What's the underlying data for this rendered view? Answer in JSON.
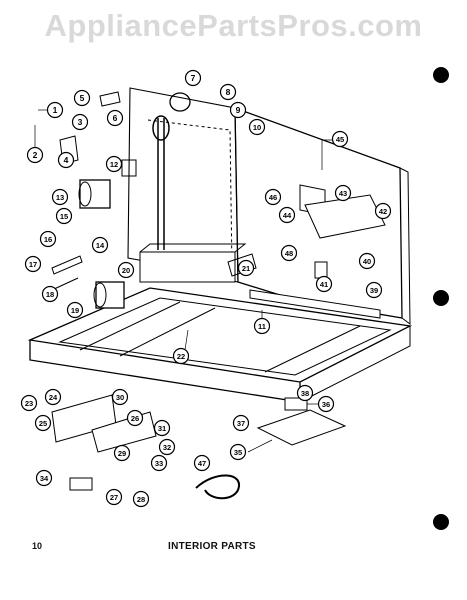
{
  "watermark": "AppliancePartsPros.com",
  "page_number": "10",
  "title": "INTERIOR PARTS",
  "callouts": [
    {
      "num": "1"
    },
    {
      "num": "2"
    },
    {
      "num": "3"
    },
    {
      "num": "4"
    },
    {
      "num": "5"
    },
    {
      "num": "6"
    },
    {
      "num": "7"
    },
    {
      "num": "8"
    },
    {
      "num": "9"
    },
    {
      "num": "10"
    },
    {
      "num": "11"
    },
    {
      "num": "12"
    },
    {
      "num": "13"
    },
    {
      "num": "14"
    },
    {
      "num": "15"
    },
    {
      "num": "16"
    },
    {
      "num": "17"
    },
    {
      "num": "18"
    },
    {
      "num": "19"
    },
    {
      "num": "20"
    },
    {
      "num": "21"
    },
    {
      "num": "22"
    },
    {
      "num": "23"
    },
    {
      "num": "24"
    },
    {
      "num": "25"
    },
    {
      "num": "26"
    },
    {
      "num": "27"
    },
    {
      "num": "28"
    },
    {
      "num": "29"
    },
    {
      "num": "30"
    },
    {
      "num": "31"
    },
    {
      "num": "32"
    },
    {
      "num": "33"
    },
    {
      "num": "34"
    },
    {
      "num": "35"
    },
    {
      "num": "36"
    },
    {
      "num": "37"
    },
    {
      "num": "38"
    },
    {
      "num": "39"
    },
    {
      "num": "40"
    },
    {
      "num": "41"
    },
    {
      "num": "42"
    },
    {
      "num": "43"
    },
    {
      "num": "44"
    },
    {
      "num": "45"
    },
    {
      "num": "46"
    },
    {
      "num": "47"
    },
    {
      "num": "48"
    }
  ]
}
